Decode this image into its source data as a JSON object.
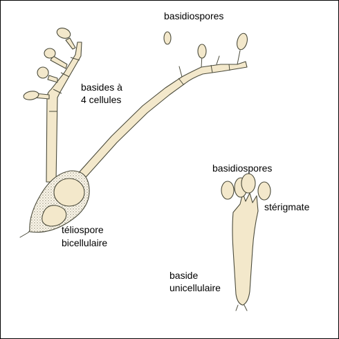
{
  "labels": {
    "basidiospores_top": "basidiospores",
    "basides_line1": "basides à",
    "basides_line2": "4 cellules",
    "teliospore_line1": "téliospore",
    "teliospore_line2": "bicellulaire",
    "basidiospores_right": "basidiospores",
    "sterigmate": "stérigmate",
    "baside_line1": "baside",
    "baside_line2": "unicellulaire"
  },
  "colors": {
    "cell_fill": "#f3e8cb",
    "outline": "#4a4a3a",
    "spore_coat": "#fbf7ea",
    "border": "#000000"
  }
}
